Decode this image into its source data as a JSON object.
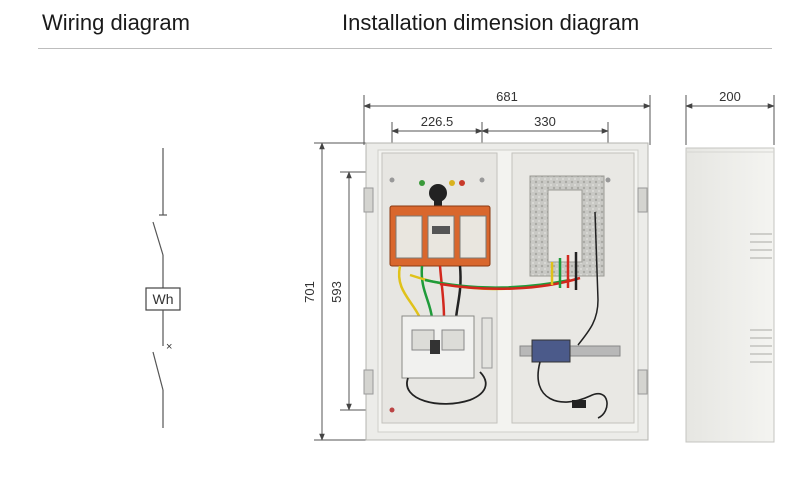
{
  "headings": {
    "wiring": "Wiring diagram",
    "installation": "Installation dimension diagram"
  },
  "wiring_diagram": {
    "meter_label": "Wh",
    "breaker_mark": "×"
  },
  "dimensions": {
    "overall_width": "681",
    "depth": "200",
    "left_spacing": "226.5",
    "right_spacing": "330",
    "overall_height": "701",
    "inner_height": "593"
  },
  "colors": {
    "enclosure": "#eeeeeb",
    "switch_orange": "#d9672d",
    "din_rail": "#b8b8b8",
    "wire_yellow": "#e0c21a",
    "wire_green": "#1f9b3a",
    "wire_red": "#d2281e",
    "wire_black": "#222222"
  }
}
